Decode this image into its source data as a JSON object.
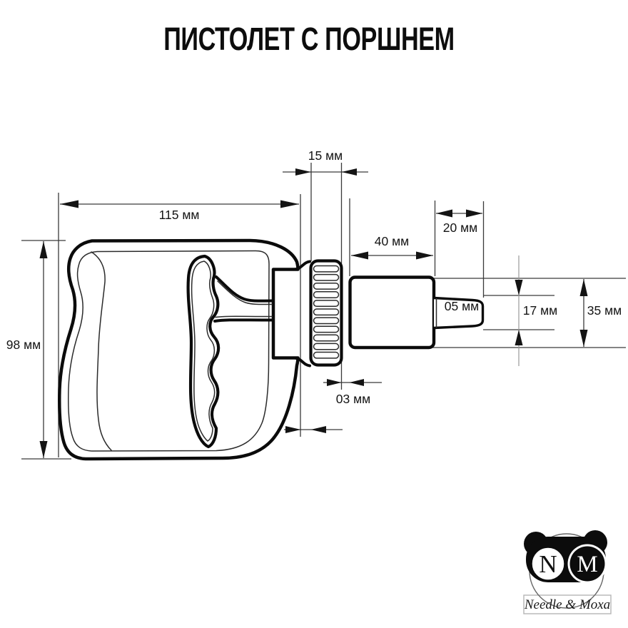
{
  "title": "ПИСТОЛЕТ С ПОРШНЕМ",
  "diagram": {
    "labels": {
      "body_length": "115 мм",
      "knurl_width": "15 мм",
      "barrel_length": "40 мм",
      "tip_length": "20 мм",
      "body_height": "98 мм",
      "collar_gap": "03 мм",
      "nozzle_diameter": "05 мм",
      "tip_height": "17 мм",
      "barrel_height": "35 мм"
    }
  },
  "logo": {
    "eye_left_letter": "N",
    "eye_right_letter": "M",
    "brand_name": "Needle & Moxa"
  }
}
